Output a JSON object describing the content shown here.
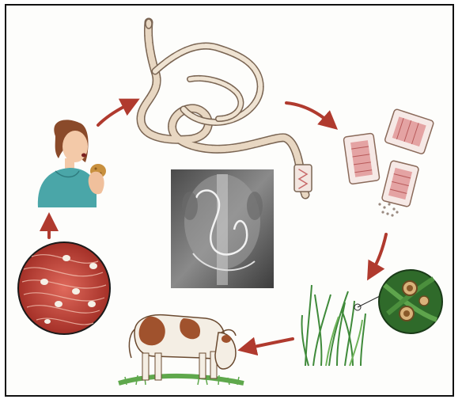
{
  "diagram": {
    "stages": [
      {
        "id": "human-eating",
        "icon": "person-eating-icon"
      },
      {
        "id": "adult-tapeworm",
        "icon": "tapeworm-icon"
      },
      {
        "id": "gravid-proglottids",
        "icon": "proglottid-segments-icon"
      },
      {
        "id": "eggs-on-grass",
        "icon": "grass-with-eggs-icon"
      },
      {
        "id": "grazing-cow",
        "icon": "cow-icon"
      },
      {
        "id": "cysts-in-muscle",
        "icon": "muscle-cysticerci-icon"
      }
    ],
    "center_image": {
      "icon": "abdominal-xray-icon"
    },
    "arrow_color": "#b03a2e",
    "tapeworm_color": "#e8d7c2",
    "proglottid_color": "#e4a3a3",
    "muscle_color": "#c8423a"
  }
}
